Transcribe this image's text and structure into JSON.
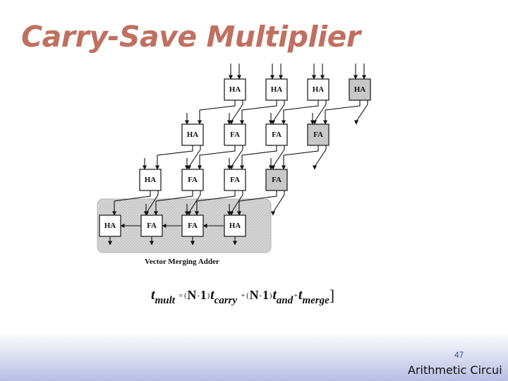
{
  "slide": {
    "title": "Carry-Save Multiplier",
    "page_number": "47",
    "footer_label": "Arithmetic Circui"
  },
  "diagram": {
    "caption": "Vector Merging Adder",
    "rows": [
      [
        "HA",
        "HA",
        "HA",
        "HA"
      ],
      [
        "HA",
        "FA",
        "FA",
        "FA"
      ],
      [
        "HA",
        "FA",
        "FA",
        "FA"
      ],
      [
        "HA",
        "FA",
        "FA",
        "HA"
      ]
    ],
    "shaded_cells": [
      "0-3",
      "1-3",
      "2-3"
    ],
    "colors": {
      "cell_fill": "#ffffff",
      "shaded_fill": "#c8c8c8",
      "merge_region": "#d0d0d0",
      "title": "#c07060"
    }
  },
  "formula": {
    "t": "t",
    "mult": "mult",
    "eq": "=",
    "lp1": "(",
    "N1": "N",
    "minus1": "-",
    "one1": "1",
    "rp1": ")",
    "carry": "carry",
    "plus1": "+",
    "lp2": "(",
    "N2": "N",
    "minus2": "-",
    "one2": "1",
    "rp2": ")",
    "and": "and",
    "plus2": "+",
    "merge": "merge",
    "bracket": "]"
  }
}
